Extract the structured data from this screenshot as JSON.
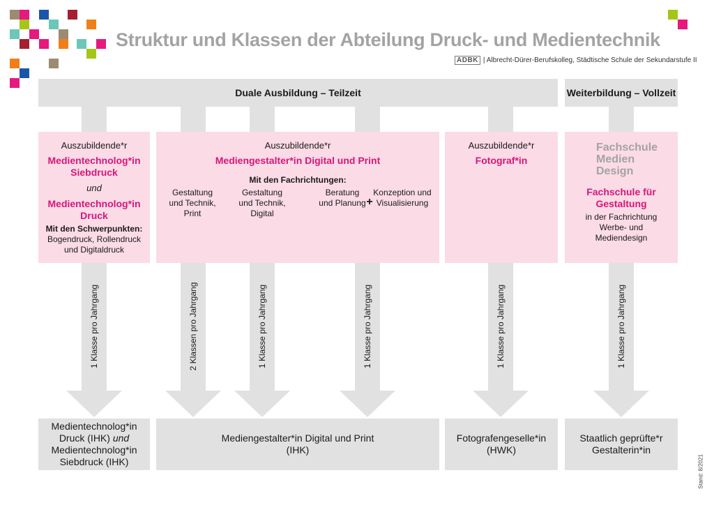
{
  "header": {
    "title": "Struktur und Klassen der Abteilung Druck- und Medientechnik",
    "logo_text": "ADBK",
    "subtitle": "| Albrecht-Dürer-Berufskolleg, Städtische Schule der Sekundarstufe II"
  },
  "bands": {
    "dual": "Duale Ausbildung – Teilzeit",
    "further": "Weiterbildung – Vollzeit"
  },
  "col1": {
    "intro": "Auszubildende*r",
    "job1": "Medientechnolog*in Siebdruck",
    "und": "und",
    "job2": "Medientechnolog*in Druck",
    "focus_title": "Mit den Schwerpunkten:",
    "focus_text": "Bogendruck, Rollendruck und Digitaldruck"
  },
  "col2": {
    "intro": "Auszubildende*r",
    "job": "Mediengestalter*in Digital und Print",
    "dir_title": "Mit den Fachrichtungen:",
    "dir1": "Gestaltung und Technik, Print",
    "dir2": "Gestaltung und Technik, Digital",
    "dir3": "Beratung und Planung",
    "plus": "+",
    "dir4": "Konzeption und Visualisierung"
  },
  "col3": {
    "intro": "Auszubildende*r",
    "job": "Fotograf*in"
  },
  "col4": {
    "fmd_line1": "Fachschule",
    "fmd_line2": "Medien",
    "fmd_line3": "Design",
    "title": "Fachschule für Gestaltung",
    "text": "in der Fachrichtung Werbe- und Mediendesign"
  },
  "arrows": {
    "a1": "1 Klasse pro Jahrgang",
    "a2": "2 Klassen pro Jahrgang",
    "a3": "1 Klasse pro Jahrgang",
    "a4": "1 Klasse pro Jahrgang",
    "a5": "1 Klasse pro Jahrgang",
    "a6": "1 Klasse pro Jahrgang"
  },
  "outcomes": {
    "o1_line1": "Medientechnolog*in",
    "o1_line2a": "Druck (IHK) ",
    "o1_line2b": "und",
    "o1_line3": "Medientechnolog*in",
    "o1_line4": "Siebdruck (IHK)",
    "o2": "Mediengestalter*in Digital und Print (IHK)",
    "o3": "Fotografengeselle*in (HWK)",
    "o4": "Staatlich geprüfte*r Gestalterin*in"
  },
  "footer": {
    "stand": "Stand: 8/2021"
  },
  "colors": {
    "grey": "#e1e1e1",
    "pink": "#fbdbe6",
    "magenta": "#d6167a",
    "title_grey": "#a3a3a3",
    "deco": [
      "#9c8b73",
      "#e5197e",
      "#1a56a8",
      "#a61f2f",
      "#6cc7b8",
      "#a3c617",
      "#f07f1a"
    ]
  }
}
